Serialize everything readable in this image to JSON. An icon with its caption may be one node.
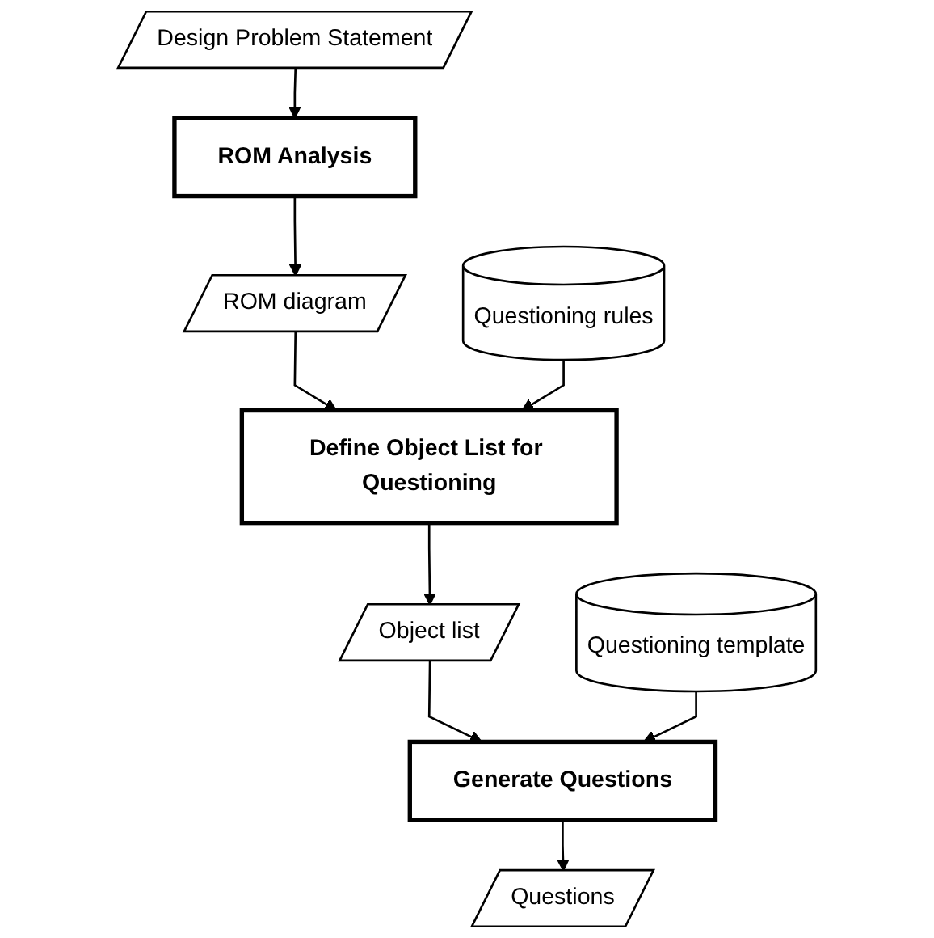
{
  "diagram": {
    "nodes": [
      {
        "text": [
          "Design Problem Statement"
        ]
      },
      {
        "text": [
          "ROM Analysis"
        ]
      },
      {
        "text": [
          "ROM diagram"
        ]
      },
      {
        "text": [
          "Questioning rules"
        ]
      },
      {
        "text": [
          "Define Object List for Questioning"
        ]
      },
      {
        "text": [
          "Object list"
        ]
      },
      {
        "text": [
          "Questioning template"
        ]
      },
      {
        "text": [
          "Generate Questions"
        ]
      },
      {
        "text": [
          "Questions"
        ]
      }
    ],
    "edges": [
      {
        "from": 0,
        "to": 1,
        "arrow": "to"
      },
      {
        "from": 1,
        "to": 2,
        "arrow": "to"
      },
      {
        "from": 2,
        "to": 4,
        "arrow": "to"
      },
      {
        "from": 3,
        "to": 4,
        "arrow": "to"
      },
      {
        "from": 4,
        "to": 5,
        "arrow": "to"
      },
      {
        "from": 5,
        "to": 7,
        "arrow": "to"
      },
      {
        "from": 6,
        "to": 7,
        "arrow": "to"
      },
      {
        "from": 7,
        "to": 8,
        "arrow": "to"
      }
    ]
  }
}
